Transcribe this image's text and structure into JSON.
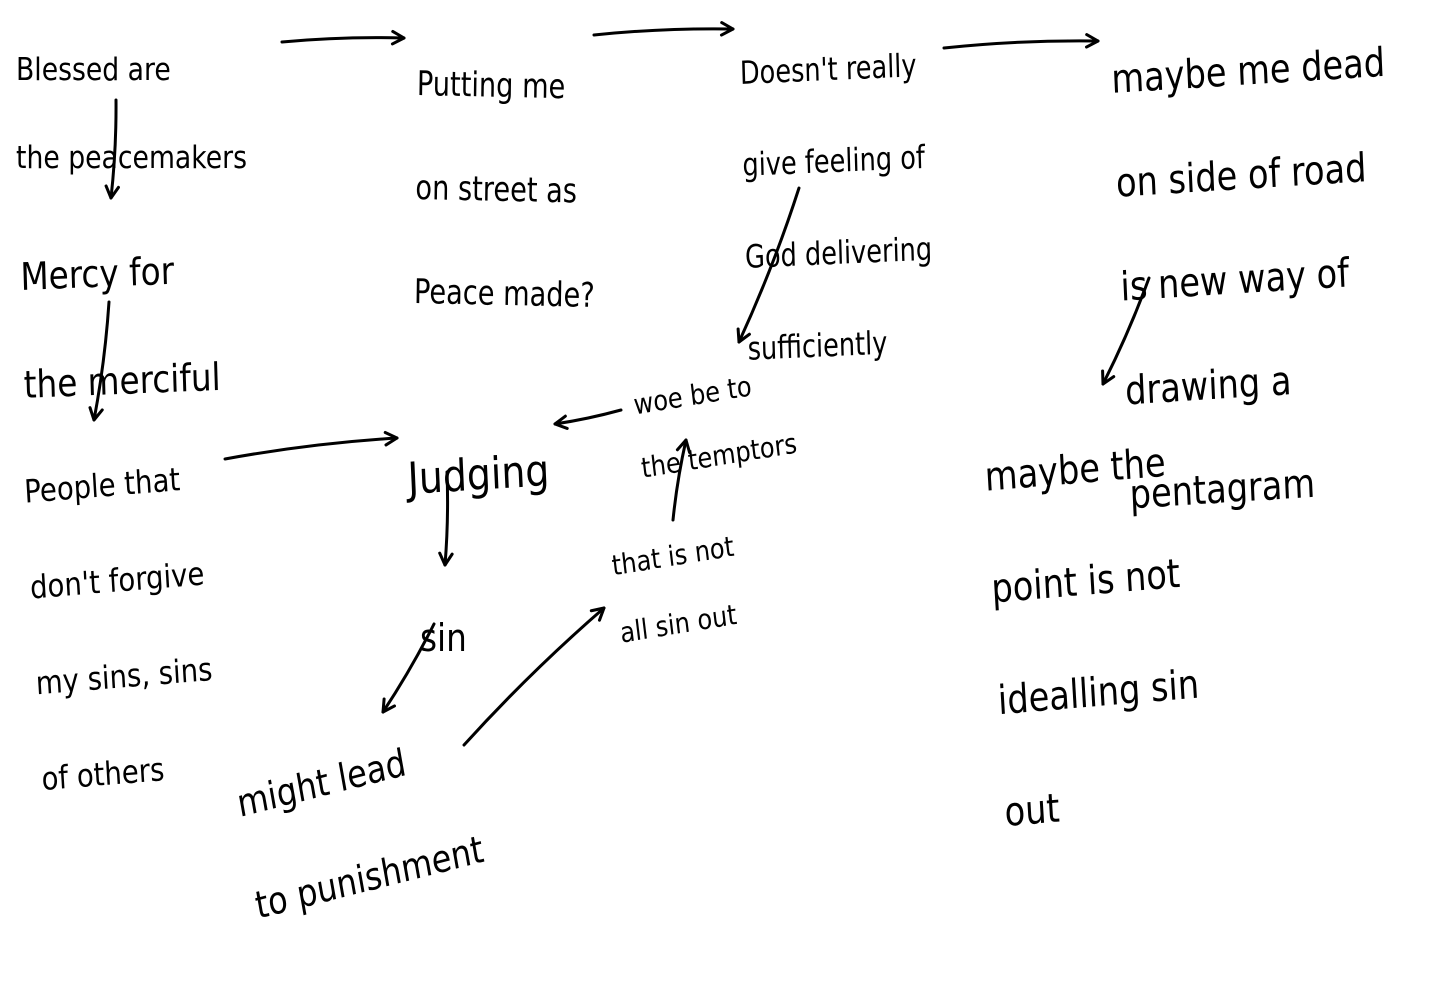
{
  "diagram": {
    "type": "handwritten-concept-map",
    "background": "#ffffff",
    "ink_color": "#000000",
    "nodes": [
      {
        "id": "blessed",
        "lines": [
          "Blessed are",
          "the peacemakers"
        ]
      },
      {
        "id": "putting",
        "lines": [
          "Putting me",
          "on street as",
          "Peace made?"
        ]
      },
      {
        "id": "doesnt",
        "lines": [
          "Doesn't really",
          "give feeling of",
          "God delivering",
          "sufficiently"
        ]
      },
      {
        "id": "maybedead",
        "lines": [
          "maybe me dead",
          "on side of road",
          "is new way of",
          "drawing a",
          "pentagram"
        ]
      },
      {
        "id": "mercy",
        "lines": [
          "Mercy for",
          "the merciful"
        ]
      },
      {
        "id": "people",
        "lines": [
          "People that",
          "don't forgive",
          "my sins, sins",
          "of others"
        ]
      },
      {
        "id": "judging",
        "lines": [
          "Judging"
        ]
      },
      {
        "id": "woe",
        "lines": [
          "woe be to",
          "the temptors"
        ]
      },
      {
        "id": "sin",
        "lines": [
          "sin"
        ]
      },
      {
        "id": "thatisnot",
        "lines": [
          "that is not",
          "all sin out"
        ]
      },
      {
        "id": "might",
        "lines": [
          "might lead",
          "to punishment"
        ]
      },
      {
        "id": "maybepoint",
        "lines": [
          "maybe the",
          "point is not",
          "idealling sin",
          "out"
        ]
      }
    ],
    "edges": [
      {
        "from": "blessed",
        "to": "putting"
      },
      {
        "from": "putting",
        "to": "doesnt"
      },
      {
        "from": "doesnt",
        "to": "maybedead"
      },
      {
        "from": "blessed",
        "to": "mercy"
      },
      {
        "from": "mercy",
        "to": "people"
      },
      {
        "from": "people",
        "to": "judging"
      },
      {
        "from": "doesnt",
        "to": "woe"
      },
      {
        "from": "woe",
        "to": "judging"
      },
      {
        "from": "judging",
        "to": "sin"
      },
      {
        "from": "sin",
        "to": "might"
      },
      {
        "from": "might",
        "to": "thatisnot"
      },
      {
        "from": "thatisnot",
        "to": "woe"
      },
      {
        "from": "maybedead",
        "to": "maybepoint"
      }
    ]
  }
}
